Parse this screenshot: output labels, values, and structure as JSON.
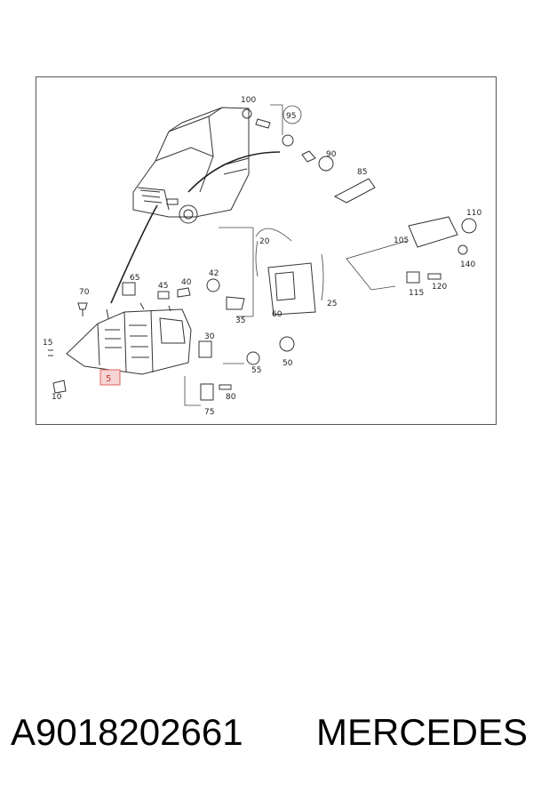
{
  "diagram": {
    "callouts": {
      "c5": "5",
      "c10": "10",
      "c15": "15",
      "c20": "20",
      "c25": "25",
      "c30": "30",
      "c35": "35",
      "c40": "40",
      "c42": "42",
      "c45": "45",
      "c50": "50",
      "c55": "55",
      "c60": "60",
      "c65": "65",
      "c70": "70",
      "c75": "75",
      "c80": "80",
      "c85": "85",
      "c90": "90",
      "c95": "95",
      "c100": "100",
      "c105": "105",
      "c110": "110",
      "c115": "115",
      "c120": "120",
      "c140": "140"
    },
    "highlight_color": "#e06060"
  },
  "footer": {
    "part_number": "A9018202661",
    "brand": "MERCEDES"
  }
}
